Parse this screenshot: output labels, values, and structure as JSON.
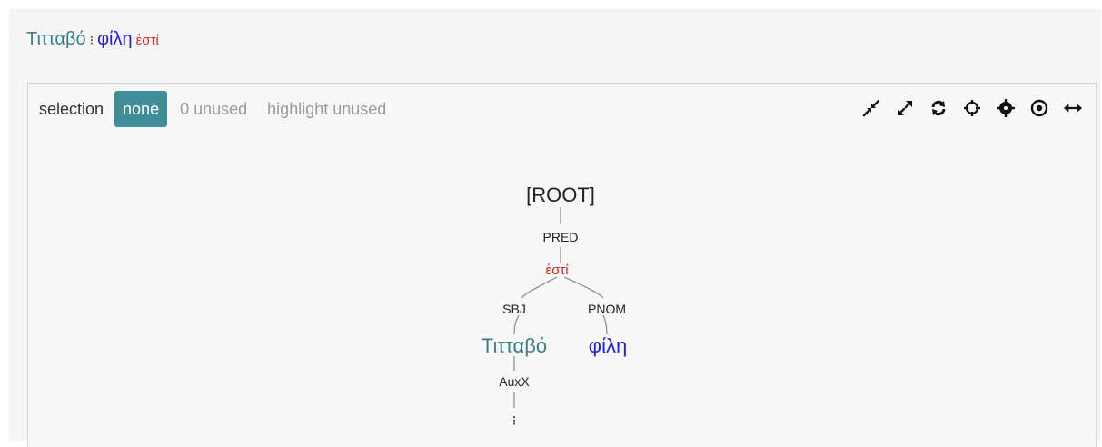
{
  "sentence": {
    "word1": "Τιτταβό",
    "separator": "⁝",
    "word2": "φίλη",
    "word3": "ἐστί"
  },
  "toolbar": {
    "selection_label": "selection",
    "none_button": "none",
    "unused_count": "0 unused",
    "highlight_unused": "highlight unused"
  },
  "tools": [
    "compress-icon",
    "expand-icon",
    "refresh-icon",
    "crosshairs-icon",
    "bullseye-icon",
    "dot-circle-icon",
    "arrows-h-icon"
  ],
  "tree": {
    "root": "[ROOT]",
    "pred_label": "PRED",
    "verb": "ἐστί",
    "sbj_label": "SBJ",
    "pnom_label": "PNOM",
    "subject": "Τιτταβό",
    "pnom": "φίλη",
    "auxx_label": "AuxX",
    "punct": "⁝"
  },
  "colors": {
    "subject": "#3a7f8c",
    "pnom": "#1f1fe6",
    "verb": "#e61e1e",
    "accent": "#3f8e98"
  }
}
